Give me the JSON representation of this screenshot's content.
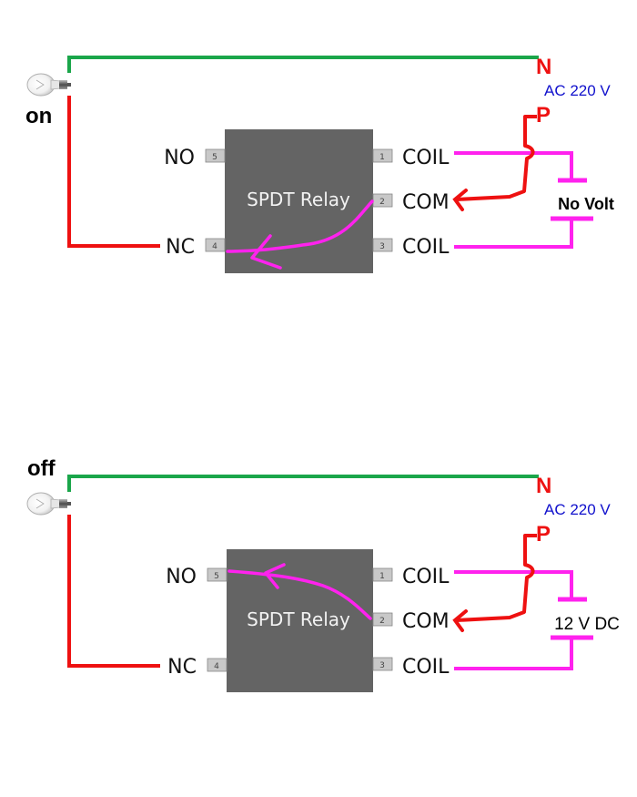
{
  "colors": {
    "neutral_wire": "#1aa64a",
    "phase_wire": "#ee1111",
    "coil_wire": "#ff22ee",
    "relay_body": "#646464",
    "pin_fill": "#c8c8c8",
    "ac_label": "#1010cc"
  },
  "panels": [
    {
      "state_label": "on",
      "relay": {
        "title": "SPDT Relay",
        "left_pins": [
          {
            "number": "5",
            "label": "NO"
          },
          {
            "number": "4",
            "label": "NC"
          }
        ],
        "right_pins": [
          {
            "number": "1",
            "label": "COIL"
          },
          {
            "number": "2",
            "label": "COM"
          },
          {
            "number": "3",
            "label": "COIL"
          }
        ],
        "contact_to": "NC"
      },
      "mains": {
        "neutral": "N",
        "phase": "P",
        "voltage": "AC 220 V"
      },
      "coil_supply": "No Volt",
      "lamp": "lit"
    },
    {
      "state_label": "off",
      "relay": {
        "title": "SPDT Relay",
        "left_pins": [
          {
            "number": "5",
            "label": "NO"
          },
          {
            "number": "4",
            "label": "NC"
          }
        ],
        "right_pins": [
          {
            "number": "1",
            "label": "COIL"
          },
          {
            "number": "2",
            "label": "COM"
          },
          {
            "number": "3",
            "label": "COIL"
          }
        ],
        "contact_to": "NO"
      },
      "mains": {
        "neutral": "N",
        "phase": "P",
        "voltage": "AC 220 V"
      },
      "coil_supply": "12 V DC",
      "lamp": "unlit"
    }
  ]
}
